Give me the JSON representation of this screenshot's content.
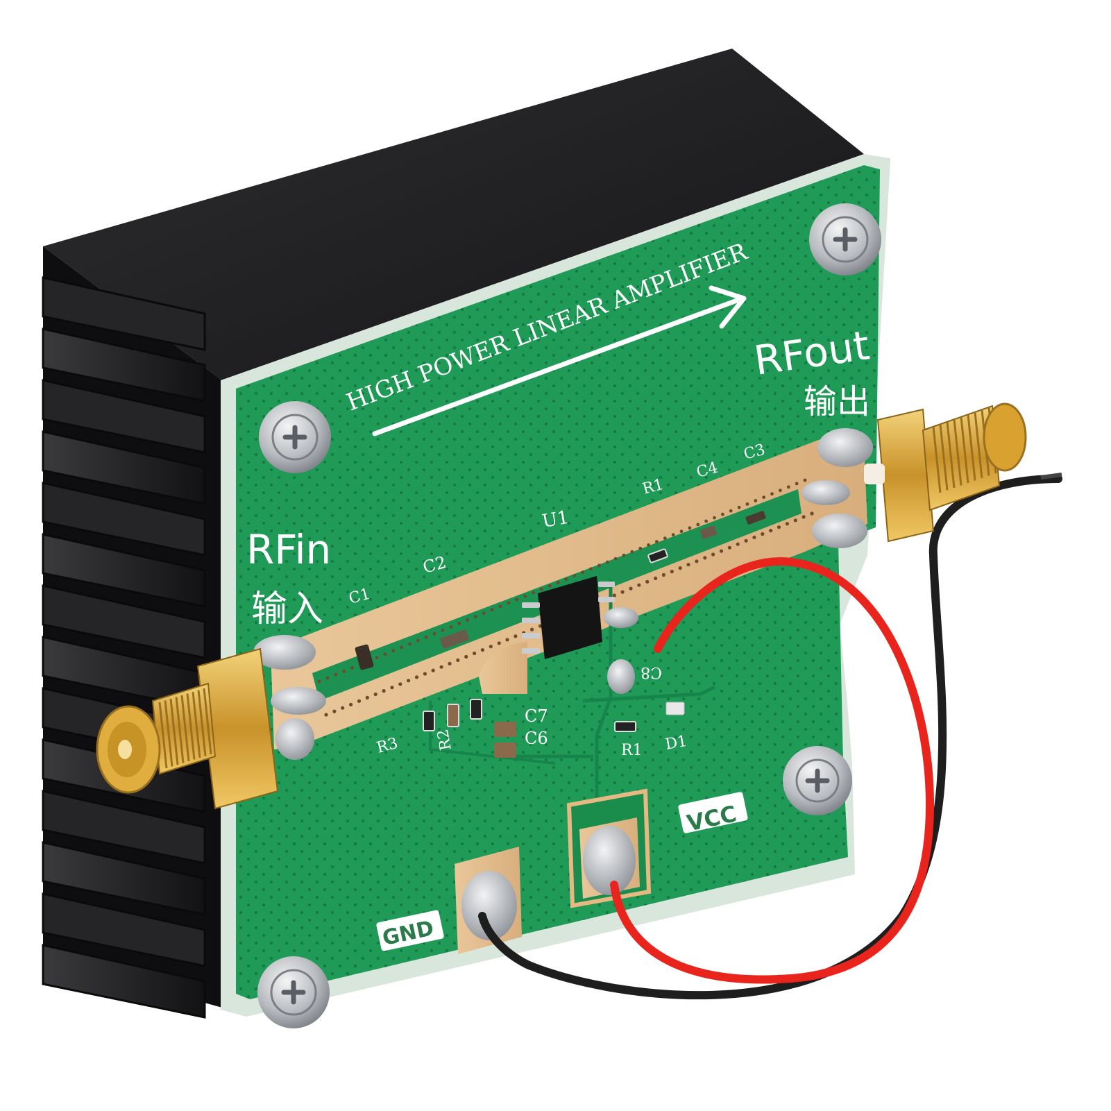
{
  "board": {
    "title": "HIGH POWER LINEAR AMPLIFIER",
    "rf_in": {
      "label": "RFin",
      "label_cn": "输入"
    },
    "rf_out": {
      "label": "RFout",
      "label_cn": "输出"
    },
    "vcc_label": "VCC",
    "gnd_label": "GND",
    "components": {
      "u1": "U1",
      "c1": "C1",
      "c2": "C2",
      "c3": "C3",
      "c4": "C4",
      "c6": "C6",
      "c7": "C7",
      "c8": "C8",
      "r1_top": "R1",
      "r1_bottom": "R1",
      "r2": "R2",
      "r3": "R3",
      "d1": "D1"
    }
  },
  "colors": {
    "pcb": "#1f9a57",
    "pcb_edge": "#d9e6dc",
    "heatsink": "#1c1c1e",
    "copper": "#e2b98a",
    "solder": "#c9cbcf",
    "sma_gold": "#d9a833",
    "wire_red": "#e8241c",
    "wire_black": "#222222"
  },
  "icons": [
    "screw-icon",
    "sma-connector-icon",
    "arrow-right-icon",
    "chip-icon"
  ]
}
